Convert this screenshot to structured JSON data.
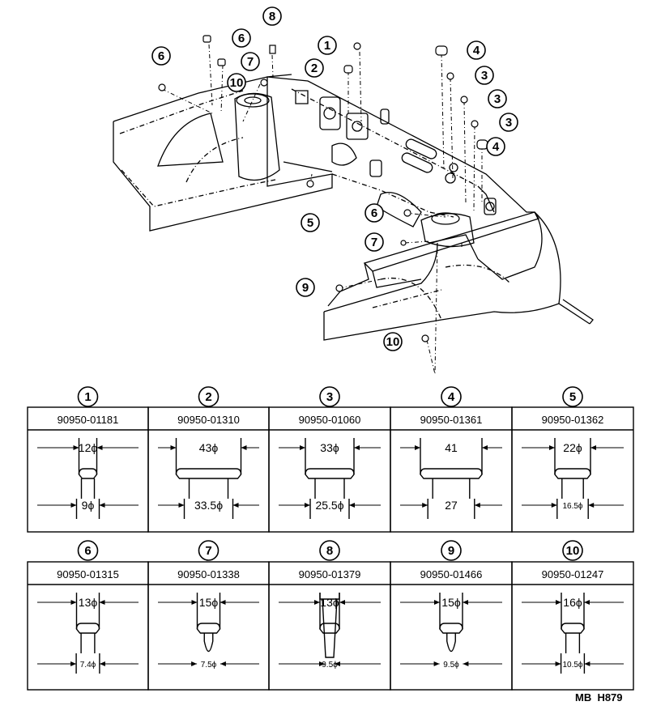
{
  "callouts": [
    "1",
    "2",
    "3",
    "3",
    "3",
    "4",
    "4",
    "5",
    "6",
    "6",
    "6",
    "7",
    "7",
    "8",
    "9",
    "10",
    "10"
  ],
  "parts": [
    {
      "num": "1",
      "pn": "90950-01181",
      "top": "12ϕ",
      "bottom": "9ϕ"
    },
    {
      "num": "2",
      "pn": "90950-01310",
      "top": "43ϕ",
      "bottom": "33.5ϕ"
    },
    {
      "num": "3",
      "pn": "90950-01060",
      "top": "33ϕ",
      "bottom": "25.5ϕ"
    },
    {
      "num": "4",
      "pn": "90950-01361",
      "top": "41",
      "bottom": "27"
    },
    {
      "num": "5",
      "pn": "90950-01362",
      "top": "22ϕ",
      "bottom": "16.5ϕ"
    },
    {
      "num": "6",
      "pn": "90950-01315",
      "top": "13ϕ",
      "bottom": "7.4ϕ"
    },
    {
      "num": "7",
      "pn": "90950-01338",
      "top": "15ϕ",
      "bottom": "7.5ϕ"
    },
    {
      "num": "8",
      "pn": "90950-01379",
      "top": "13ϕ",
      "bottom": "9.5ϕ"
    },
    {
      "num": "9",
      "pn": "90950-01466",
      "top": "15ϕ",
      "bottom": "9.5ϕ"
    },
    {
      "num": "10",
      "pn": "90950-01247",
      "top": "16ϕ",
      "bottom": "10.5ϕ"
    }
  ],
  "reference": "MB  H879"
}
